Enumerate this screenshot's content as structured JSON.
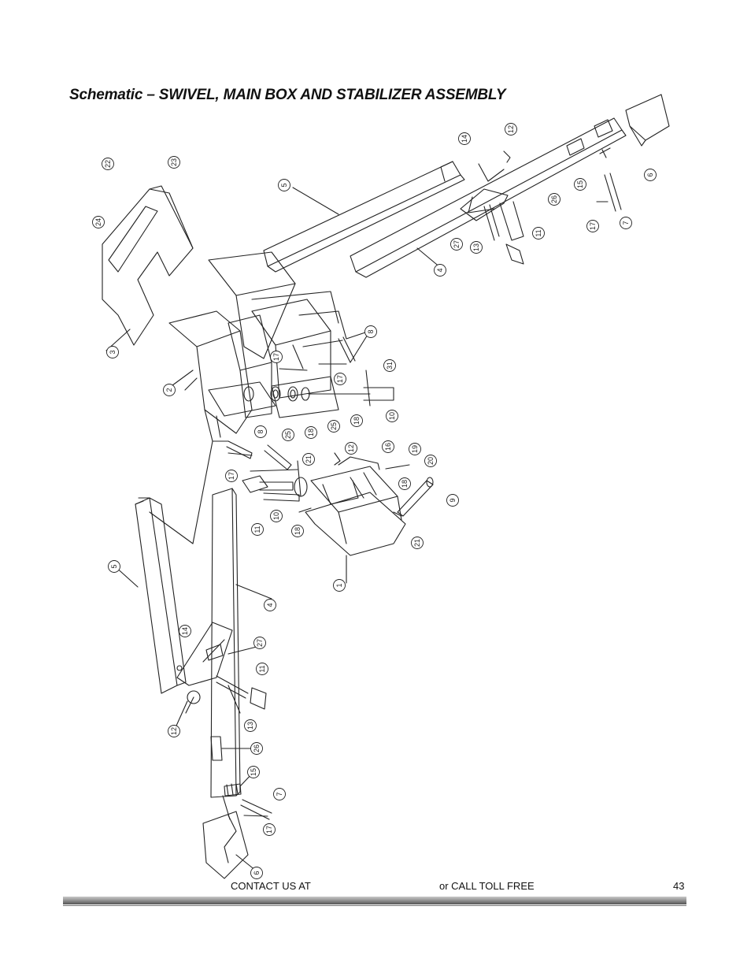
{
  "page": {
    "title": "Schematic – SWIVEL, MAIN BOX AND STABILIZER ASSEMBLY",
    "footer": {
      "contact": "CONTACT US AT",
      "call": "or CALL TOLL FREE",
      "page_number": "43"
    }
  },
  "callouts": [
    {
      "num": "22"
    },
    {
      "num": "23"
    },
    {
      "num": "24"
    },
    {
      "num": "3"
    },
    {
      "num": "5"
    },
    {
      "num": "14"
    },
    {
      "num": "12"
    },
    {
      "num": "26"
    },
    {
      "num": "15"
    },
    {
      "num": "6"
    },
    {
      "num": "17"
    },
    {
      "num": "7"
    },
    {
      "num": "27"
    },
    {
      "num": "13"
    },
    {
      "num": "11"
    },
    {
      "num": "4"
    },
    {
      "num": "8"
    },
    {
      "num": "17"
    },
    {
      "num": "17"
    },
    {
      "num": "31"
    },
    {
      "num": "2"
    },
    {
      "num": "25"
    },
    {
      "num": "18"
    },
    {
      "num": "25"
    },
    {
      "num": "18"
    },
    {
      "num": "10"
    },
    {
      "num": "8"
    },
    {
      "num": "21"
    },
    {
      "num": "17"
    },
    {
      "num": "12"
    },
    {
      "num": "16"
    },
    {
      "num": "19"
    },
    {
      "num": "20"
    },
    {
      "num": "18"
    },
    {
      "num": "9"
    },
    {
      "num": "11"
    },
    {
      "num": "10"
    },
    {
      "num": "18"
    },
    {
      "num": "21"
    },
    {
      "num": "1"
    },
    {
      "num": "5"
    },
    {
      "num": "4"
    },
    {
      "num": "14"
    },
    {
      "num": "27"
    },
    {
      "num": "11"
    },
    {
      "num": "12"
    },
    {
      "num": "13"
    },
    {
      "num": "26"
    },
    {
      "num": "15"
    },
    {
      "num": "7"
    },
    {
      "num": "17"
    },
    {
      "num": "6"
    }
  ]
}
